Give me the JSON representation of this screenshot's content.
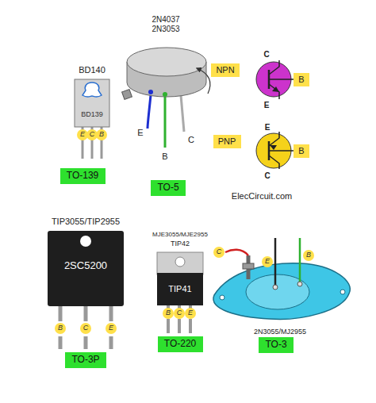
{
  "diagram": {
    "nodes": [
      {
        "text": [
          "NPN"
        ]
      },
      {
        "text": [
          "B"
        ]
      },
      {
        "text": [
          "PNP"
        ]
      },
      {
        "text": [
          "B"
        ]
      },
      {
        "text": [
          "E"
        ]
      },
      {
        "text": [
          "C"
        ]
      },
      {
        "text": [
          "B"
        ]
      },
      {
        "text": [
          "TO-139"
        ]
      },
      {
        "text": [
          "TO-5"
        ]
      },
      {
        "text": [
          "C"
        ]
      },
      {
        "text": [
          "E"
        ]
      },
      {
        "text": [
          "B"
        ]
      },
      {
        "text": [
          "B"
        ]
      },
      {
        "text": [
          "C"
        ]
      },
      {
        "text": [
          "E"
        ]
      },
      {
        "text": [
          "B"
        ]
      },
      {
        "text": [
          "C"
        ]
      },
      {
        "text": [
          "E"
        ]
      },
      {
        "text": [
          "TO-3P"
        ]
      },
      {
        "text": [
          "TO-220"
        ]
      },
      {
        "text": [
          "TO-3"
        ]
      }
    ],
    "labels": [
      "2N4037",
      "2N3053",
      "BD140",
      "C",
      "E",
      "E",
      "C",
      "BD139",
      "E",
      "C",
      "B",
      "ElecCircuit.com",
      "TIP3055/TIP2955",
      "MJE3055/MJE2955",
      "TIP42",
      "2SC5200",
      "TIP41",
      "2N3055/MJ2955"
    ]
  }
}
